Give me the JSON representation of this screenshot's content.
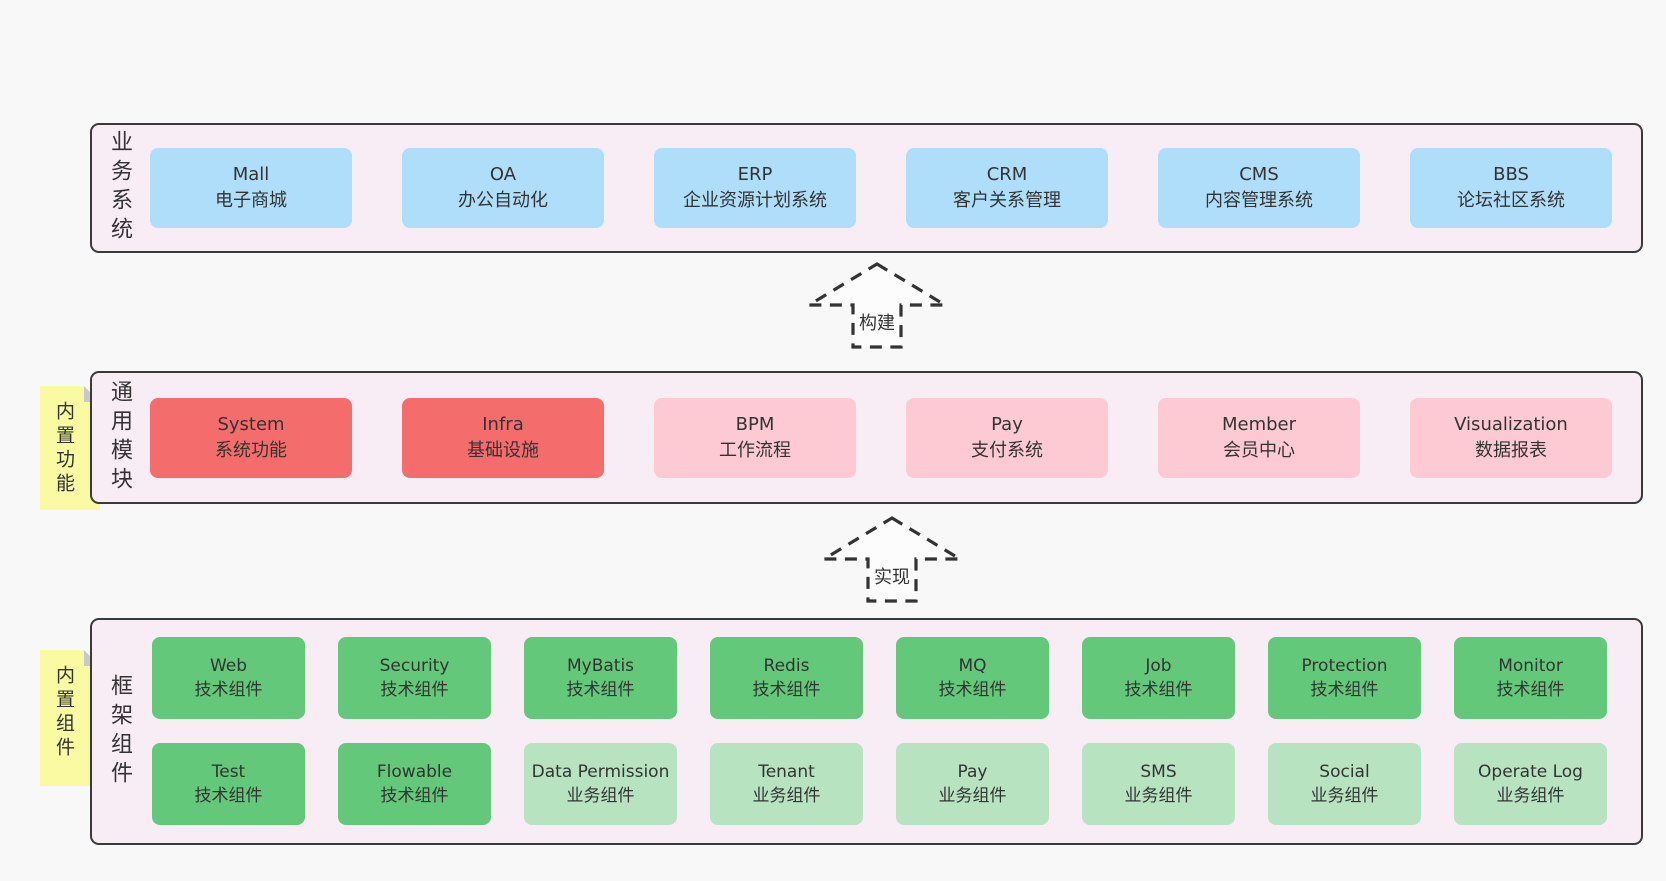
{
  "colors": {
    "blue": "#aedefa",
    "red": "#f56c6c",
    "pink": "#fdcad3",
    "green": "#63c87a",
    "lightgreen": "#b7e3c1",
    "note_yellow": "#fafaa2",
    "container_bg": "#f8ecf5",
    "border": "#3a3a3a",
    "page_bg": "#f8f8f8"
  },
  "arrows": [
    {
      "label": "构建"
    },
    {
      "label": "实现"
    }
  ],
  "tiers": [
    {
      "label": "业务系统",
      "boxes": [
        {
          "name": "Mall",
          "desc": "电子商城",
          "color": "blue"
        },
        {
          "name": "OA",
          "desc": "办公自动化",
          "color": "blue"
        },
        {
          "name": "ERP",
          "desc": "企业资源计划系统",
          "color": "blue"
        },
        {
          "name": "CRM",
          "desc": "客户关系管理",
          "color": "blue"
        },
        {
          "name": "CMS",
          "desc": "内容管理系统",
          "color": "blue"
        },
        {
          "name": "BBS",
          "desc": "论坛社区系统",
          "color": "blue"
        }
      ]
    },
    {
      "label": "通用模块",
      "sticky_note": "内置功能",
      "boxes": [
        {
          "name": "System",
          "desc": "系统功能",
          "color": "red"
        },
        {
          "name": "Infra",
          "desc": "基础设施",
          "color": "red"
        },
        {
          "name": "BPM",
          "desc": "工作流程",
          "color": "pink"
        },
        {
          "name": "Pay",
          "desc": "支付系统",
          "color": "pink"
        },
        {
          "name": "Member",
          "desc": "会员中心",
          "color": "pink"
        },
        {
          "name": "Visualization",
          "desc": "数据报表",
          "color": "pink"
        }
      ]
    },
    {
      "label": "框架组件",
      "sticky_note": "内置组件",
      "rows": [
        [
          {
            "name": "Web",
            "desc": "技术组件",
            "color": "green"
          },
          {
            "name": "Security",
            "desc": "技术组件",
            "color": "green"
          },
          {
            "name": "MyBatis",
            "desc": "技术组件",
            "color": "green"
          },
          {
            "name": "Redis",
            "desc": "技术组件",
            "color": "green"
          },
          {
            "name": "MQ",
            "desc": "技术组件",
            "color": "green"
          },
          {
            "name": "Job",
            "desc": "技术组件",
            "color": "green"
          },
          {
            "name": "Protection",
            "desc": "技术组件",
            "color": "green"
          },
          {
            "name": "Monitor",
            "desc": "技术组件",
            "color": "green"
          }
        ],
        [
          {
            "name": "Test",
            "desc": "技术组件",
            "color": "green"
          },
          {
            "name": "Flowable",
            "desc": "技术组件",
            "color": "green"
          },
          {
            "name": "Data Permission",
            "desc": "业务组件",
            "color": "lightgreen"
          },
          {
            "name": "Tenant",
            "desc": "业务组件",
            "color": "lightgreen"
          },
          {
            "name": "Pay",
            "desc": "业务组件",
            "color": "lightgreen"
          },
          {
            "name": "SMS",
            "desc": "业务组件",
            "color": "lightgreen"
          },
          {
            "name": "Social",
            "desc": "业务组件",
            "color": "lightgreen"
          },
          {
            "name": "Operate Log",
            "desc": "业务组件",
            "color": "lightgreen"
          }
        ]
      ]
    }
  ]
}
